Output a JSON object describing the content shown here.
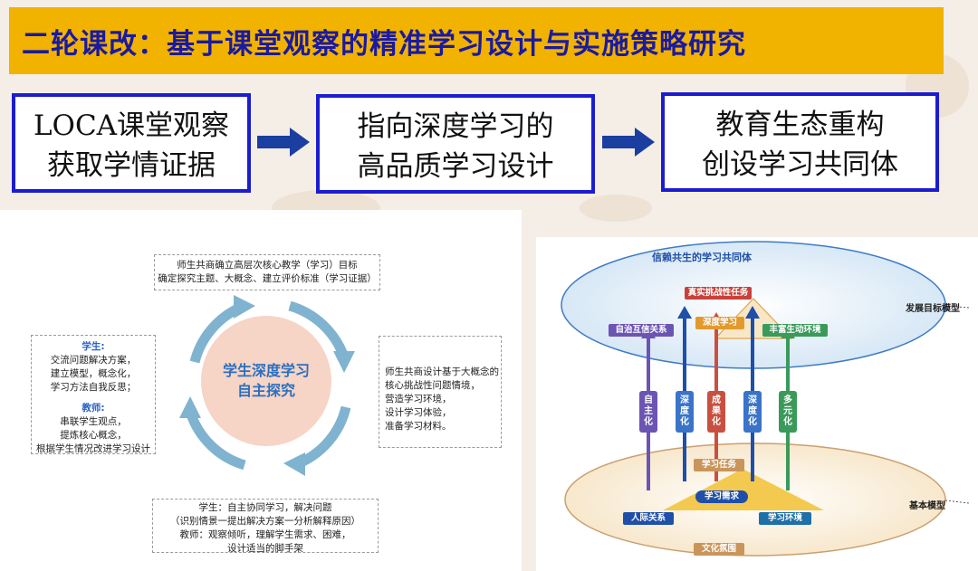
{
  "header": {
    "title": "二轮课改：基于课堂观察的精准学习设计与实施策略研究"
  },
  "flow": {
    "steps": [
      {
        "line1": "LOCA课堂观察",
        "line2": "获取学情证据"
      },
      {
        "line1": "指向深度学习的",
        "line2": "高品质学习设计"
      },
      {
        "line1": "教育生态重构",
        "line2": "创设学习共同体"
      }
    ]
  },
  "cycle": {
    "center": {
      "line1": "学生深度学习",
      "line2": "自主探究"
    },
    "top": {
      "line1": "师生共商确立高层次核心教学（学习）目标",
      "line2": "确定探究主题、大概念、建立评价标准（学习证据）"
    },
    "right": {
      "lines": [
        "师生共商设计基于大概念的",
        "核心挑战性问题情境，",
        "营造学习环境，",
        "设计学习体验，",
        "准备学习材料。"
      ]
    },
    "bottom": {
      "lines": [
        "学生：自主协同学习，解决问题",
        "（识别情景一提出解决方案一分析解释原因）",
        "教师：观察倾听，理解学生需求、困难，",
        "设计适当的脚手架"
      ]
    },
    "left": {
      "student_label": "学生:",
      "student_lines": [
        "交流问题解决方案，",
        "建立模型，概念化，",
        "学习方法自我反思；"
      ],
      "teacher_label": "教师:",
      "teacher_lines": [
        "串联学生观点，",
        "提炼核心概念，",
        "根据学生情况改进学习设计"
      ]
    }
  },
  "model": {
    "top_title": "信赖共生的学习共同体",
    "top_task": "真实挑战性任务",
    "deep_learning": "深度学习",
    "left_top": "自治互信关系",
    "right_top": "丰富生动环境",
    "dev_model_label": "发展目标模型",
    "base_model_label": "基本模型",
    "pillars": [
      "自主化",
      "深度化",
      "成果化",
      "深度化",
      "多元化"
    ],
    "base_task": "学习任务",
    "base_need": "学习需求",
    "base_left": "人际关系",
    "base_right": "学习环境",
    "base_culture": "文化氛围"
  },
  "colors": {
    "title_bg": "#f2b200",
    "title_text": "#1a1aa0",
    "box_border": "#1c1ccf",
    "cycle_arrow": "#7fb3cf",
    "center_fill": "#f6d4c6"
  }
}
